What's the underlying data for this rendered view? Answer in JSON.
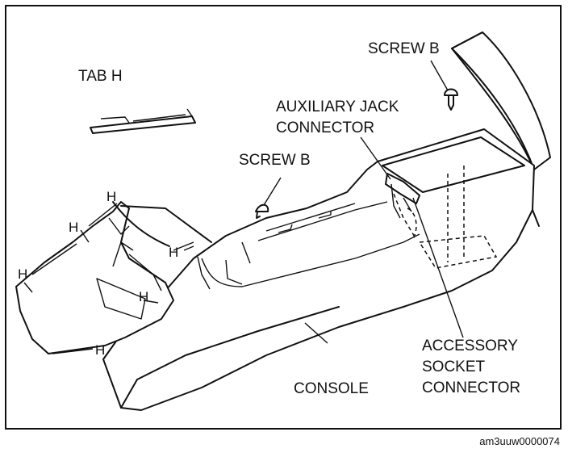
{
  "labels": {
    "tab_h": "TAB H",
    "screw_b_top": "SCREW B",
    "screw_b_mid": "SCREW B",
    "aux_jack_line1": "AUXILIARY JACK",
    "aux_jack_line2": "CONNECTOR",
    "accessory_line1": "ACCESSORY",
    "accessory_line2": "SOCKET",
    "accessory_line3": "CONNECTOR",
    "console": "CONSOLE",
    "tab_marker": "H"
  },
  "reference_code": "am3uuw0000074"
}
